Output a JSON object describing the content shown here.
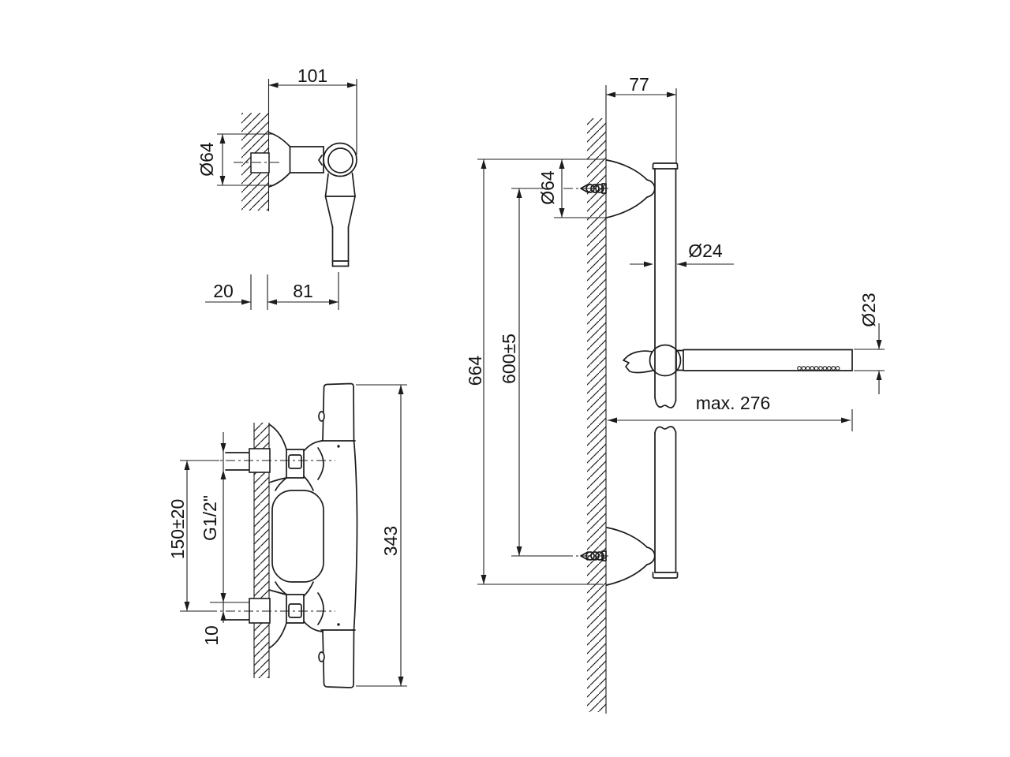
{
  "drawing": {
    "background": "#ffffff",
    "line_color": "#1c1c1c",
    "views": {
      "holder_side_view": {
        "title": "hand-shower holder side view",
        "dims": {
          "width_101": "101",
          "dia_64": "Ø64",
          "wall_20": "20",
          "offset_81": "81"
        }
      },
      "mixer_side_view": {
        "title": "thermostatic mixer side view",
        "dims": {
          "spacing_150": "150±20",
          "thread_g12": "G1/2\"",
          "offset_10": "10",
          "height_343": "343"
        }
      },
      "slidebar_front_view": {
        "title": "slide bar with hand shower",
        "dims": {
          "depth_77": "77",
          "dia_64": "Ø64",
          "dia_24": "Ø24",
          "bar_664": "664",
          "adjust_600": "600±5",
          "dia_23": "Ø23",
          "max_reach_276": "max. 276"
        }
      }
    }
  }
}
